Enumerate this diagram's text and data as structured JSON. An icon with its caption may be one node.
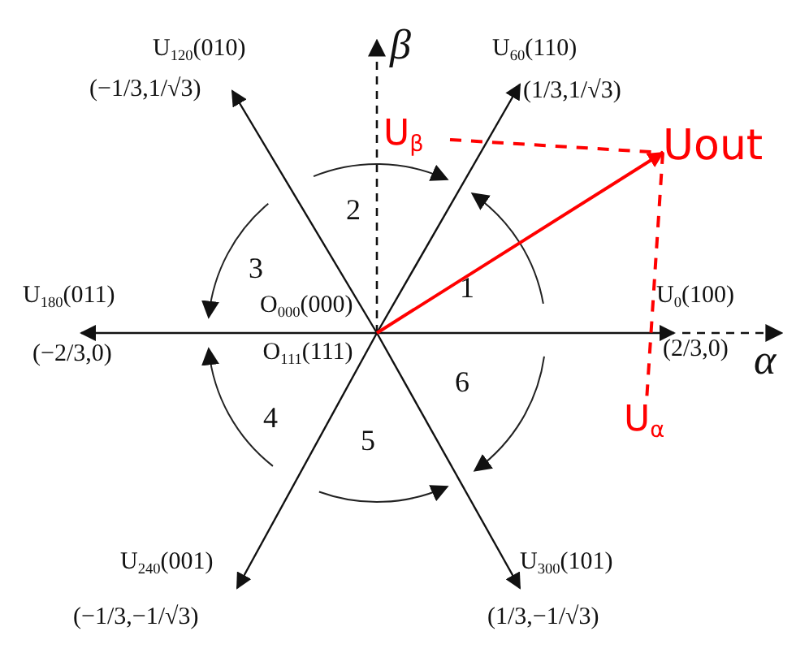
{
  "diagram": {
    "nodes": [
      {
        "text": [
          "O$_{000}$(000)",
          "O$_{111}$(111)"
        ]
      },
      {
        "text": [
          "U$_{0}$(100)"
        ],
        "beside": [
          "(2/3,0)"
        ]
      },
      {
        "text": [
          "U$_{60}$(110)"
        ],
        "beside": [
          "(1/3,1/√3)"
        ]
      },
      {
        "text": [
          "U$_{120}$(010)"
        ],
        "beside": [
          "(−1/3,1/√3)"
        ]
      },
      {
        "text": [
          "U$_{180}$(011)"
        ],
        "beside": [
          "(−2/3,0)"
        ]
      },
      {
        "text": [
          "U$_{240}$(001)"
        ],
        "beside": [
          "(−1/3,−1/√3)"
        ]
      },
      {
        "text": [
          "U$_{300}$(101)"
        ],
        "beside": [
          "(1/3,−1/√3)"
        ]
      },
      {
        "text": [
          "Uout"
        ]
      },
      {
        "text": [
          "U$_{β}$"
        ]
      },
      {
        "text": [
          "U$_{α}$"
        ]
      }
    ],
    "edges": [
      {
        "from": 0,
        "to": 1,
        "arrow": "to"
      },
      {
        "from": 0,
        "to": 2,
        "arrow": "to"
      },
      {
        "from": 0,
        "to": 3,
        "arrow": "to"
      },
      {
        "from": 0,
        "to": 4,
        "arrow": "to"
      },
      {
        "from": 0,
        "to": 5,
        "arrow": "to"
      },
      {
        "from": 0,
        "to": 6,
        "arrow": "to"
      },
      {
        "from": 0,
        "to": 7,
        "arrow": "to",
        "color": "#ff0000"
      },
      {
        "from": 8,
        "to": 7,
        "arrow": "none",
        "style": "dashed",
        "color": "#ff0000"
      },
      {
        "from": 7,
        "to": 9,
        "arrow": "none",
        "style": "dashed",
        "color": "#ff0000"
      }
    ],
    "labels": [
      "β",
      "α",
      "1",
      "2",
      "3",
      "4",
      "5",
      "6"
    ]
  }
}
